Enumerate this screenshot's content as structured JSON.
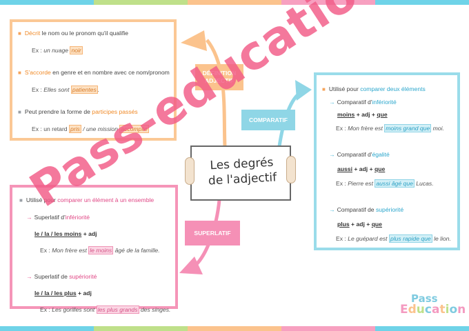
{
  "center": {
    "title_line1": "Les degrés",
    "title_line2": "de l'adjectif"
  },
  "labels": {
    "definition_line1": "DÉFINITION",
    "definition_line2": "ADJECTIF",
    "comparatif": "COMPARATIF",
    "superlatif": "SUPERLATIF"
  },
  "definition": {
    "item1": {
      "key": "Décrit",
      "rest": " le nom ou le pronom qu'il qualifie",
      "ex_prefix": "Ex : ",
      "ex_text": "un nuage ",
      "ex_hl": "noir"
    },
    "item2": {
      "key": "S'accorde",
      "rest": " en genre et en nombre avec ce nom/pronom",
      "ex_prefix": "Ex : ",
      "ex_text": "Elles sont ",
      "ex_hl": "patientes",
      "ex_end": "."
    },
    "item3": {
      "text": "Peut prendre la forme de ",
      "key": "participes passés",
      "ex_prefix": "Ex : un retard ",
      "ex_hl1": "pris",
      "ex_mid": " / une mission ",
      "ex_hl2": "accomplie"
    }
  },
  "superlatif": {
    "intro": "Utilisé pour ",
    "intro_key": "comparer un élément à un ensemble",
    "inf": {
      "label": "Superlatif d'",
      "key": "infériorité",
      "formula_u": "le / la / les moins",
      "formula_rest": " + adj",
      "ex_prefix": "Ex : ",
      "ex_text": "Mon frère est ",
      "ex_hl": "le moins",
      "ex_end": " âgé de la famille."
    },
    "sup": {
      "label": "Superlatif de ",
      "key": "supériorité",
      "formula_u": "le / la / les plus",
      "formula_rest": " + adj",
      "ex_prefix": "Ex : ",
      "ex_text": "Les gorilles sont ",
      "ex_hl": "les plus grands",
      "ex_end": " des singes."
    }
  },
  "comparatif": {
    "intro": "Utilisé pour ",
    "intro_key": "comparer deux éléments",
    "inf": {
      "label": "Comparatif d'",
      "key": "infériorité",
      "f1": "moins",
      "f2": " + adj + ",
      "f3": "que",
      "ex_prefix": "Ex : ",
      "ex_text": "Mon frère est ",
      "ex_hl": "moins grand que",
      "ex_end": " moi."
    },
    "egal": {
      "label": "Comparatif d'",
      "key": "égalité",
      "f1": "aussi",
      "f2": " + adj + ",
      "f3": "que",
      "ex_prefix": "Ex : ",
      "ex_text": "Pierre est ",
      "ex_hl": "aussi âgé que",
      "ex_end": " Lucas."
    },
    "sup": {
      "label": "Comparatif de ",
      "key": "supériorité",
      "f1": "plus",
      "f2": " + adj + ",
      "f3": "que",
      "ex_prefix": "Ex : ",
      "ex_text": "Le guépard est ",
      "ex_hl": "plus rapide que",
      "ex_end": " le lion."
    }
  },
  "watermark": "Pass-education",
  "logo": {
    "line1": "Pass",
    "line2": "Education"
  },
  "colors": {
    "orange": "#f08a28",
    "pink": "#e04785",
    "blue": "#2aa6cc",
    "stripe": [
      "#6fd3e8",
      "#bfe08a",
      "#fbc38d",
      "#f7a0c0",
      "#6fd3e8"
    ]
  }
}
